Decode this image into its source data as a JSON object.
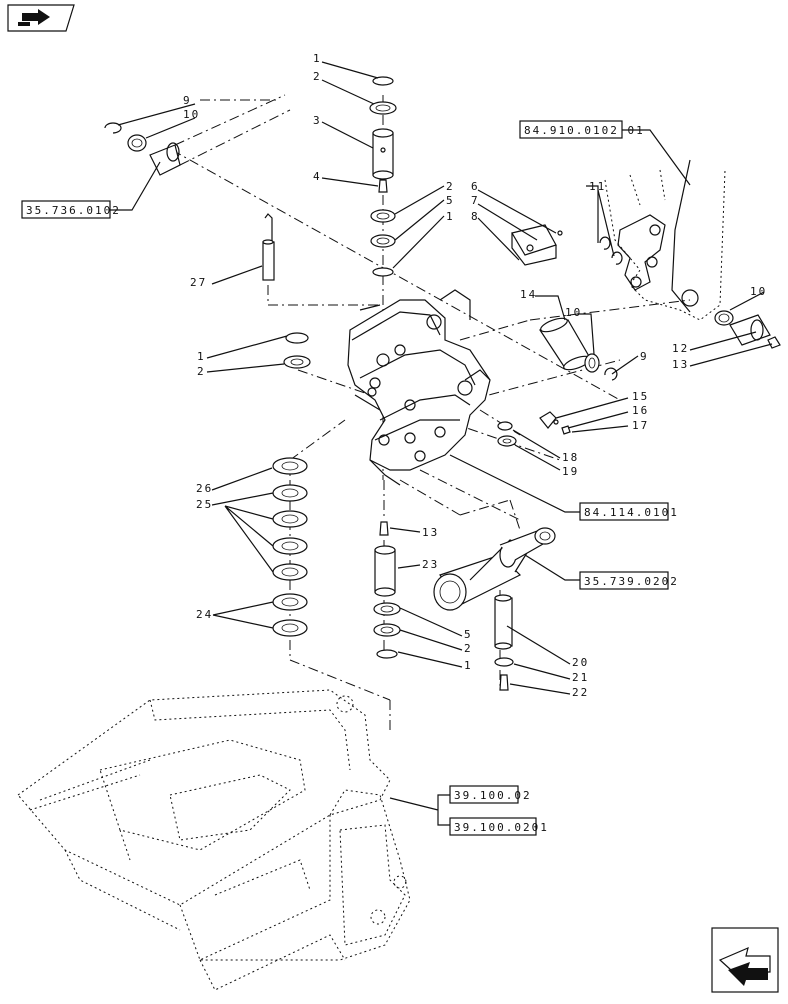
{
  "callouts": [
    "1",
    "2",
    "3",
    "4",
    "2",
    "5",
    "1",
    "6",
    "7",
    "8",
    "9",
    "10",
    "11",
    "10",
    "12",
    "13",
    "14",
    "10",
    "9",
    "15",
    "16",
    "17",
    "18",
    "19",
    "27",
    "1",
    "2",
    "26",
    "25",
    "24",
    "13",
    "23",
    "5",
    "2",
    "1",
    "20",
    "21",
    "22"
  ],
  "references": [
    "84.910.0102 01",
    "35.736.0102",
    "84.114.0101",
    "35.739.0202",
    "39.100.02",
    "39.100.0201"
  ],
  "icons": {
    "top_left": "previous-page-icon",
    "bottom_right": "next-page-icon"
  }
}
